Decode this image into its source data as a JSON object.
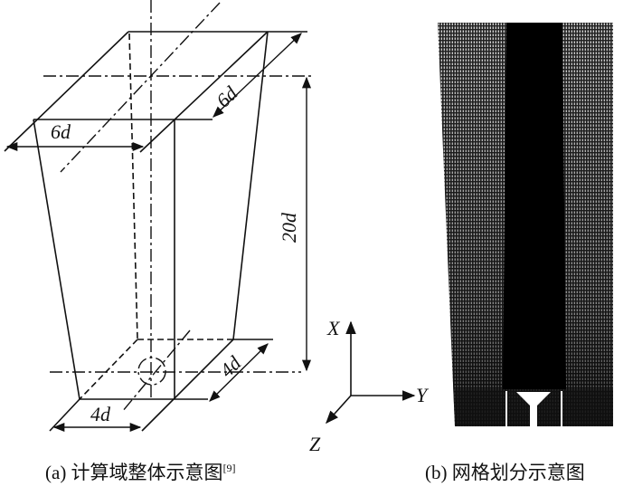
{
  "figure_a": {
    "caption": "(a) 计算域整体示意图",
    "caption_ref": "[9]",
    "dimensions": {
      "top_width": "6d",
      "top_depth": "6d",
      "height": "20d",
      "bottom_width": "4d",
      "bottom_depth": "4d"
    },
    "axes": {
      "x": "X",
      "y": "Y",
      "z": "Z"
    }
  },
  "figure_b": {
    "caption": "(b) 网格划分示意图"
  },
  "colors": {
    "line": "#111111",
    "mesh_dark": "#000000",
    "mesh_light": "#8a8a8a"
  }
}
